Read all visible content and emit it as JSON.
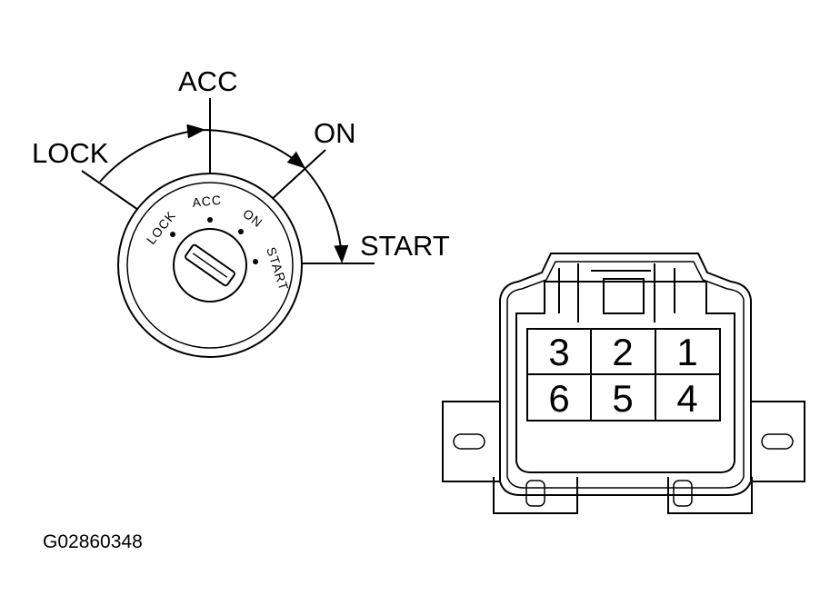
{
  "figure_code": "G02860348",
  "ignition_switch": {
    "callouts": {
      "lock": "LOCK",
      "acc": "ACC",
      "on": "ON",
      "start": "START"
    },
    "dial_labels": {
      "lock": "LOCK",
      "acc": "ACC",
      "on": "ON",
      "start": "START"
    }
  },
  "connector": {
    "pins_top_row": [
      "3",
      "2",
      "1"
    ],
    "pins_bottom_row": [
      "6",
      "5",
      "4"
    ]
  }
}
